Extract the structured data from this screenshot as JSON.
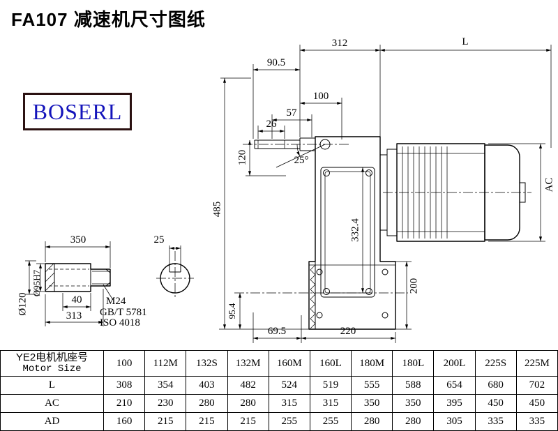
{
  "header": {
    "title": "FA107 减速机尺寸图纸",
    "logo_text": "BOSERL"
  },
  "drawing": {
    "dims": {
      "v312": "312",
      "vL": "L",
      "v90_5": "90.5",
      "v100": "100",
      "v57": "57",
      "v26": "26",
      "v120": "120",
      "v25deg": "25°",
      "v485": "485",
      "v332_4": "332.4",
      "vAC": "AC",
      "v200": "200",
      "v95_4": "95.4",
      "v69_5": "69.5",
      "v220": "220",
      "v350": "350",
      "v25": "25",
      "v40": "40",
      "v313": "313",
      "dia120": "Ø120",
      "dia95": "Ø95H7",
      "thread": "M24",
      "std_gb": "GB/T 5781",
      "std_iso": "ISO 4018"
    }
  },
  "table": {
    "header_cn": "YE2电机机座号",
    "header_en": "Motor Size",
    "sizes": [
      "100",
      "112M",
      "132S",
      "132M",
      "160M",
      "160L",
      "180M",
      "180L",
      "200L",
      "225S",
      "225M"
    ],
    "rows": [
      {
        "name": "L",
        "values": [
          "308",
          "354",
          "403",
          "482",
          "524",
          "519",
          "555",
          "588",
          "654",
          "680",
          "702"
        ]
      },
      {
        "name": "AC",
        "values": [
          "210",
          "230",
          "280",
          "280",
          "315",
          "315",
          "350",
          "350",
          "395",
          "450",
          "450"
        ]
      },
      {
        "name": "AD",
        "values": [
          "160",
          "215",
          "215",
          "215",
          "255",
          "255",
          "280",
          "280",
          "305",
          "335",
          "335"
        ]
      }
    ]
  }
}
